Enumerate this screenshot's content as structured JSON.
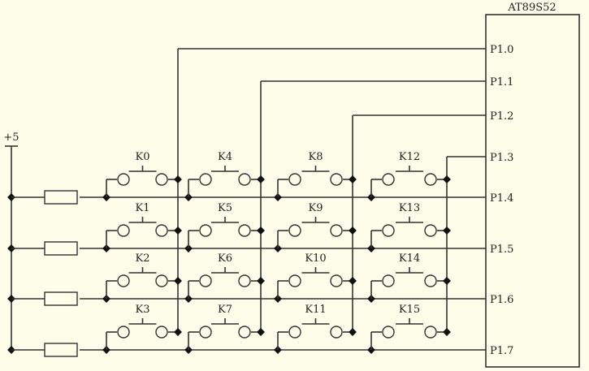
{
  "chip": {
    "name": "AT89S52",
    "pins": [
      "P1.0",
      "P1.1",
      "P1.2",
      "P1.3",
      "P1.4",
      "P1.5",
      "P1.6",
      "P1.7"
    ]
  },
  "supply": {
    "label": "+5"
  },
  "keys": [
    [
      "K0",
      "K4",
      "K8",
      "K12"
    ],
    [
      "K1",
      "K5",
      "K9",
      "K13"
    ],
    [
      "K2",
      "K6",
      "K10",
      "K14"
    ],
    [
      "K3",
      "K7",
      "K11",
      "K15"
    ]
  ],
  "colors": {
    "background": "#fdfdea",
    "wire": "#333333"
  }
}
